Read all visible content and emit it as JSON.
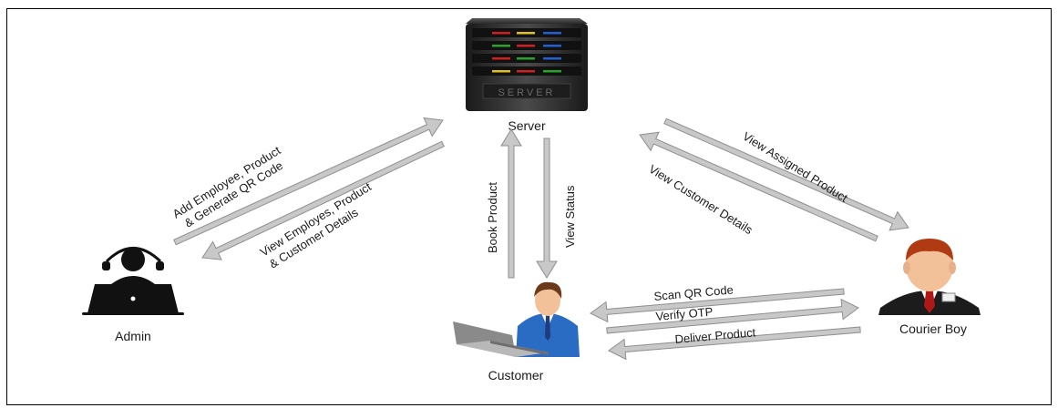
{
  "nodes": {
    "server": {
      "label": "Server",
      "icon": "server-icon",
      "badge_text": "SERVER"
    },
    "admin": {
      "label": "Admin",
      "icon": "admin-laptop-icon"
    },
    "customer": {
      "label": "Customer",
      "icon": "customer-laptop-icon"
    },
    "courier": {
      "label": "Courier Boy",
      "icon": "courier-person-icon"
    }
  },
  "edges": {
    "admin_to_server_line1": "Add Employee, Product",
    "admin_to_server_line2": "& Generate QR Code",
    "server_to_admin_line1": "View Employes, Product",
    "server_to_admin_line2": "& Customer Details",
    "customer_to_server": "Book Product",
    "server_to_customer": "View Status",
    "server_to_courier": "View Assigned Product",
    "courier_to_server": "View Customer Details",
    "courier_to_customer_scan": "Scan QR Code",
    "customer_to_courier_otp": "Verify OTP",
    "courier_to_customer_deliver": "Deliver Product"
  },
  "colors": {
    "arrow_fill": "#c8c8c8",
    "arrow_stroke": "#8f8f8f",
    "server_body": "#2b2b2b",
    "led_red": "#d02020",
    "led_green": "#29a329",
    "led_yellow": "#e0c020",
    "led_blue": "#2060d0",
    "skin": "#f2c199",
    "customer_shirt": "#2a6bc4",
    "courier_jacket": "#1c1c1c",
    "courier_tie": "#b01818",
    "hair": "#6b3a1a"
  }
}
